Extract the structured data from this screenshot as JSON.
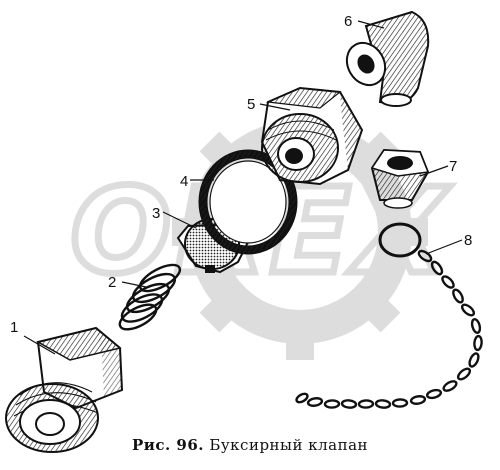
{
  "diagram": {
    "watermark": "OREX",
    "parts": [
      {
        "id": "part-1",
        "number": "1"
      },
      {
        "id": "part-2",
        "number": "2"
      },
      {
        "id": "part-3",
        "number": "3"
      },
      {
        "id": "part-4",
        "number": "4"
      },
      {
        "id": "part-5",
        "number": "5"
      },
      {
        "id": "part-6",
        "number": "6"
      },
      {
        "id": "part-7",
        "number": "7"
      },
      {
        "id": "part-8",
        "number": "8"
      }
    ]
  },
  "caption": {
    "prefix": "Рис. 96.",
    "title": "Буксирный клапан"
  }
}
